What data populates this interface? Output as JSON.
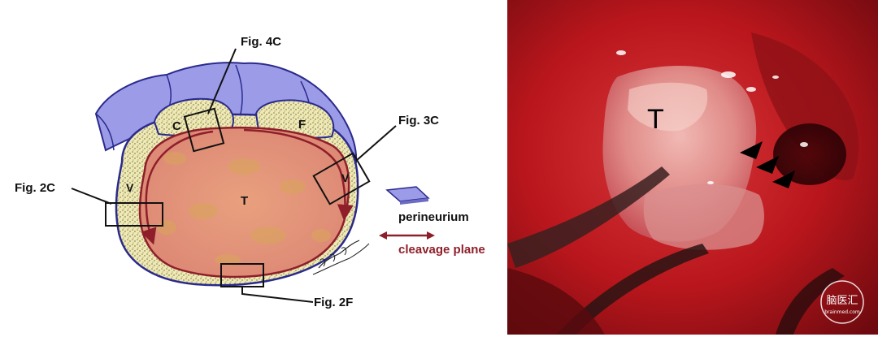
{
  "diagram": {
    "figure_labels": {
      "fig_4c": "Fig. 4C",
      "fig_3c": "Fig. 3C",
      "fig_2c": "Fig. 2C",
      "fig_2f": "Fig. 2F"
    },
    "region_labels": {
      "c": "C",
      "f": "F",
      "v_left": "V",
      "v_right": "V",
      "tumor": "T"
    },
    "legend": {
      "perineurium": "perineurium",
      "cleavage_plane": "cleavage plane"
    },
    "signature": "S.O. Sugita"
  },
  "photo": {
    "tumor_label": "T",
    "watermark_cn": "脑医汇",
    "watermark_en": "brainmed.com"
  },
  "colors": {
    "perineurium": "#9b9be8",
    "outline": "#2a2a8c",
    "fat": "#efe9b4",
    "tumor": "#e3907a",
    "cleavage": "#8e1f2a"
  }
}
